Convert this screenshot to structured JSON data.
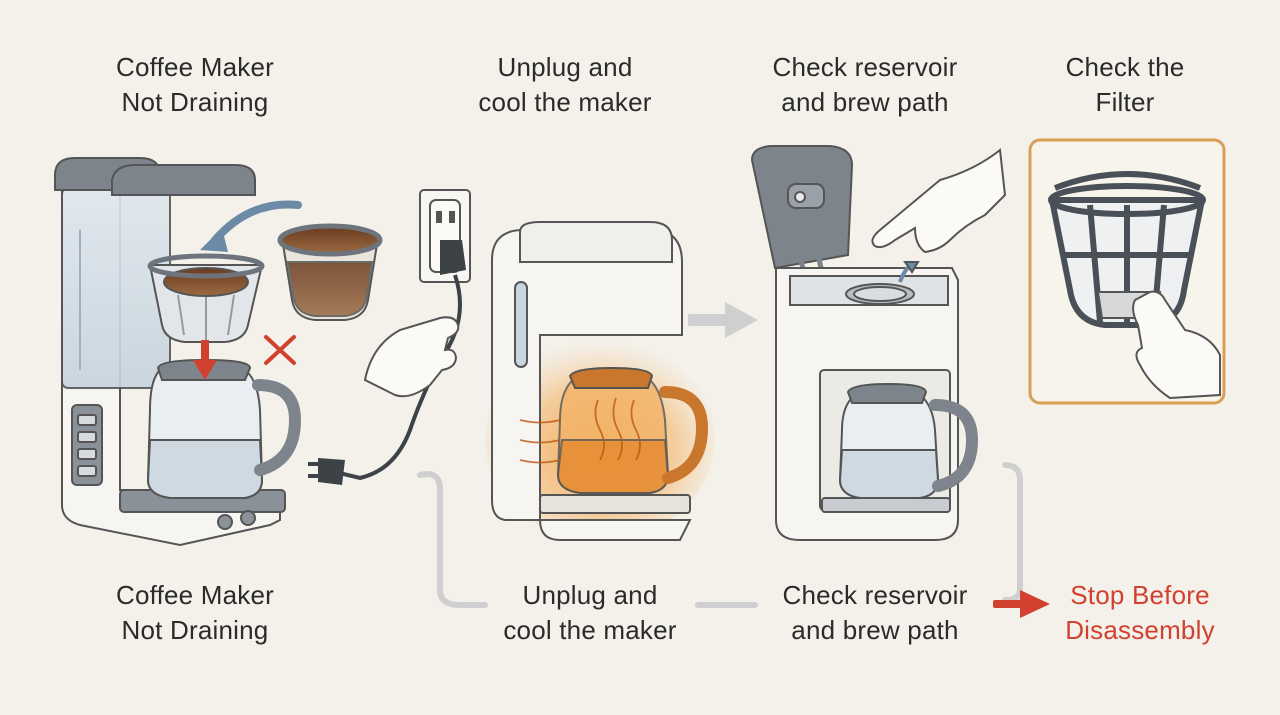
{
  "top_labels": {
    "step1": "Coffee Maker\nNot Draining",
    "step2": "Unplug and\ncool the maker",
    "step3": "Check reservoir\nand brew path",
    "step4": "Check the\nFilter"
  },
  "bottom_labels": {
    "step1": "Coffee Maker\nNot Draining",
    "step2": "Unplug and\ncool the maker",
    "step3": "Check reservoir\nand brew path",
    "step4": "Stop Before\nDisassembly"
  },
  "colors": {
    "background": "#f3f1ea",
    "accent_red": "#d2412f",
    "heat_orange": "#f0a048",
    "highlight_border": "#d9a055",
    "machine_gray": "#7d848c",
    "connector_gray": "#cfcfcf"
  },
  "icons": [
    "coffee-maker-icon",
    "filter-basket-icon",
    "x-mark-icon",
    "outlet-icon",
    "plug-icon",
    "hand-icon",
    "arrow-right-icon"
  ]
}
